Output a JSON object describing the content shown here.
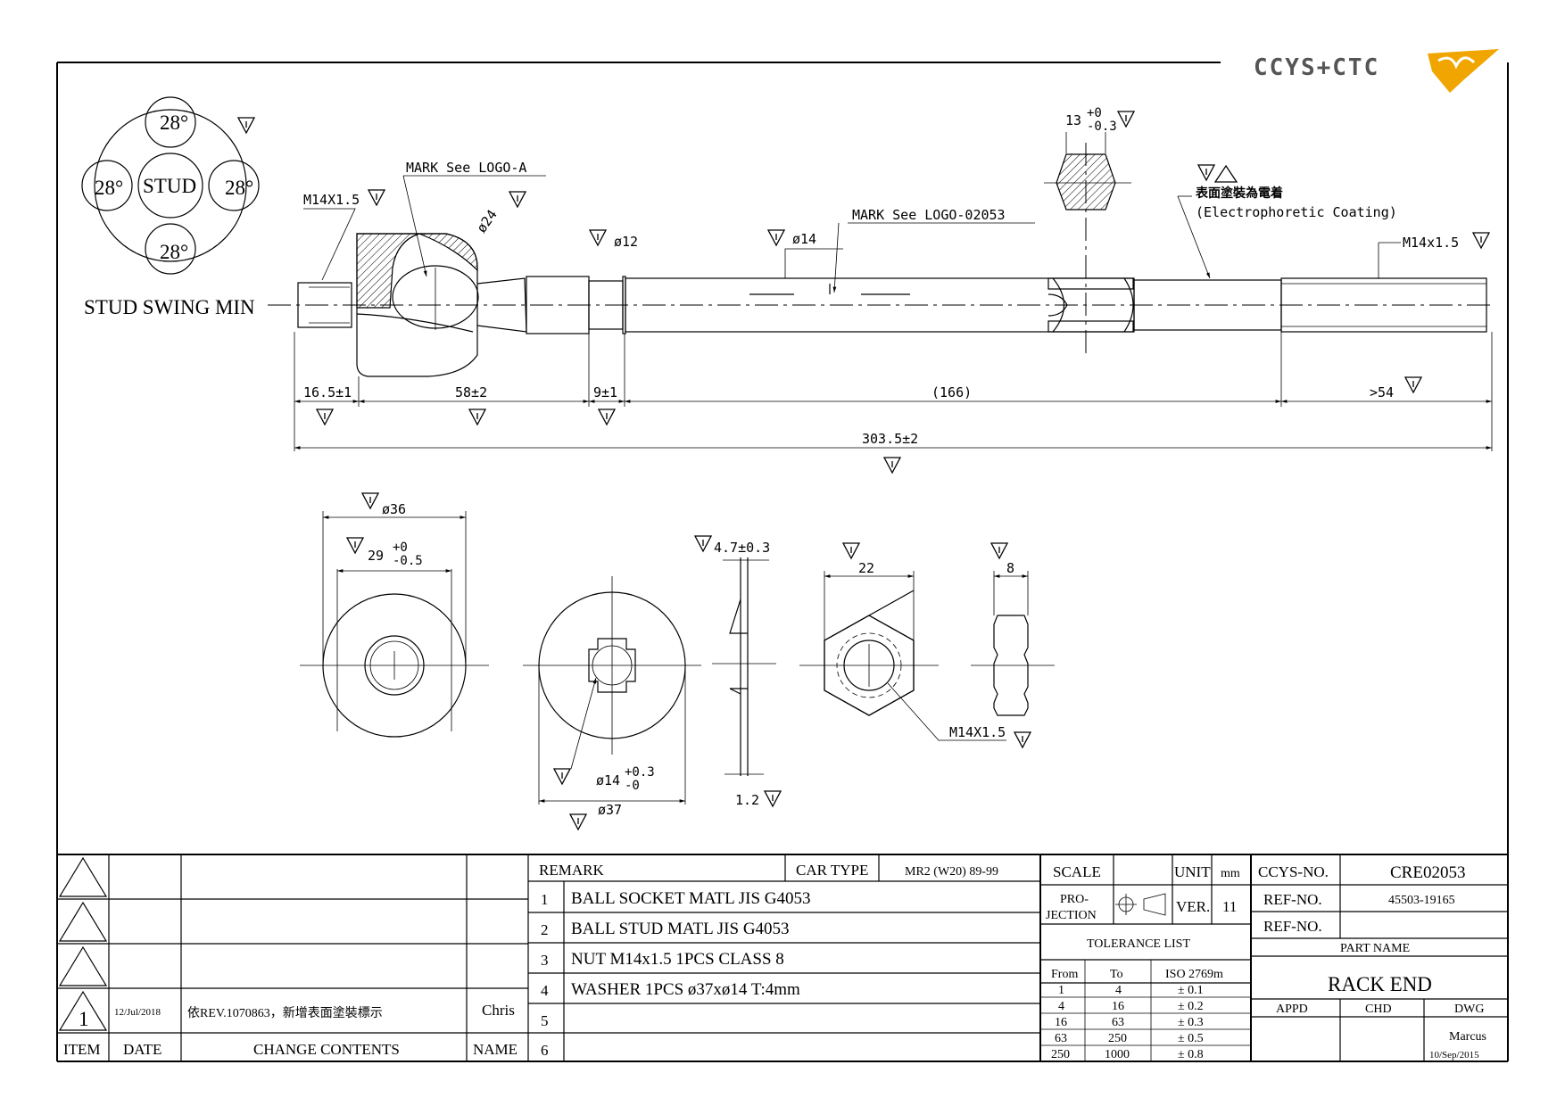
{
  "logo": {
    "text": "CCYS+CTC",
    "accent": "#f0a500"
  },
  "swing": {
    "center": "STUD",
    "angles": [
      "28°",
      "28°",
      "28°",
      "28°"
    ],
    "caption": "STUD SWING MIN"
  },
  "labels": {
    "thread_left": "M14X1.5",
    "mark_a": "MARK See LOGO-A",
    "ball_dia": "ø24",
    "neck_dia": "ø12",
    "shaft_dia": "ø14",
    "mark_b": "MARK See LOGO-02053",
    "hex_size": "13",
    "hex_tol_upper": "+0",
    "hex_tol_lower": "-0.3",
    "coating_cn": "表面塗裝為電着",
    "coating_en": "(Electrophoretic Coating)",
    "thread_right": "M14x1.5"
  },
  "dims": {
    "d1": "16.5±1",
    "d2": "58±2",
    "d3": "9±1",
    "d4": "(166)",
    "d5": ">54",
    "total": "303.5±2"
  },
  "washer": {
    "outer": "ø36",
    "inner_base": "29",
    "inner_upper": "+0",
    "inner_lower": "-0.5"
  },
  "lock_washer": {
    "bore_base": "ø14",
    "bore_upper": "+0.3",
    "bore_lower": "-0",
    "outer": "ø37"
  },
  "washer_side": {
    "thick": "4.7±0.3",
    "tab": "1.2"
  },
  "nut": {
    "width": "22",
    "thread": "M14X1.5",
    "height": "8"
  },
  "revisions": {
    "row1_no": "1",
    "row1_date": "12/Jul/2018",
    "row1_content": "依REV.1070863，新增表面塗裝標示",
    "row1_name": "Chris",
    "hdr_item": "ITEM",
    "hdr_date": "DATE",
    "hdr_content": "CHANGE CONTENTS",
    "hdr_name": "NAME"
  },
  "remarks": {
    "title": "REMARK",
    "car_type_label": "CAR TYPE",
    "car_type": "MR2 (W20) 89-99",
    "nums": [
      "1",
      "2",
      "3",
      "4",
      "5",
      "6"
    ],
    "items": [
      "BALL SOCKET MATL JIS G4053",
      "BALL STUD MATL JIS G4053",
      "NUT M14x1.5 1PCS  CLASS 8",
      "WASHER 1PCS ø37xø14 T:4mm"
    ]
  },
  "spec": {
    "scale": "SCALE",
    "unit_label": "UNIT",
    "unit": "mm",
    "projection_1": "PRO-",
    "projection_2": "JECTION",
    "ver_label": "VER.",
    "ver": "11",
    "tolerance_title": "TOLERANCE LIST",
    "tol_from": "From",
    "tol_to": "To",
    "tol_std": "ISO 2769m",
    "tol_rows": [
      [
        "1",
        "4",
        "± 0.1"
      ],
      [
        "4",
        "16",
        "± 0.2"
      ],
      [
        "16",
        "63",
        "± 0.3"
      ],
      [
        "63",
        "250",
        "± 0.5"
      ],
      [
        "250",
        "1000",
        "± 0.8"
      ]
    ]
  },
  "title": {
    "ccys_label": "CCYS-NO.",
    "ccys_no": "CRE02053",
    "ref1_label": "REF-NO.",
    "ref1": "45503-19165",
    "ref2_label": "REF-NO.",
    "part_name_label": "PART NAME",
    "part_name": "RACK END",
    "appd": "APPD",
    "chd": "CHD",
    "dwg": "DWG",
    "drawer": "Marcus",
    "dwg_date": "10/Sep/2015"
  }
}
